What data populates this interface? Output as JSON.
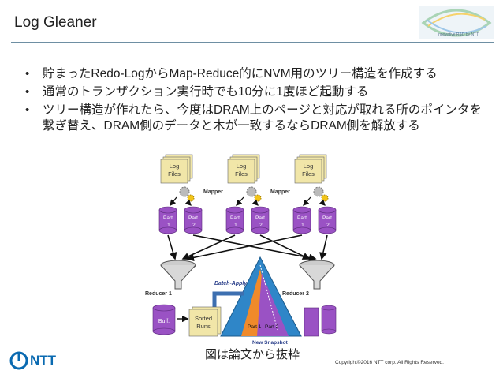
{
  "slide": {
    "title": "Log Gleaner",
    "bullets": [
      "貯まったRedo-LogからMap-Reduce的にNVM用のツリー構造を作成する",
      "通常のトランザクション実行時でも10分に1度ほど起動する",
      "ツリー構造が作れたら、今度はDRAM上のページと対応が取れる所のポインタを繋ぎ替え、DRAM側のデータと木が一致するならDRAM側を解放する"
    ],
    "caption": "図は論文から抜粋",
    "copyright": "Copyright©2016  NTT corp. All Rights Reserved.",
    "brand": {
      "logo_text": "NTT",
      "innovation_caption": "Innovative R&D by NTT"
    }
  },
  "diagram": {
    "log_files_label": [
      "Log",
      "Files"
    ],
    "mapper_label": "Mapper",
    "part_labels": [
      [
        "Part",
        ".1"
      ],
      [
        "Part",
        ".2"
      ],
      [
        "Part",
        ".1"
      ],
      [
        "Part",
        ".2"
      ],
      [
        "Part",
        ".1"
      ],
      [
        "Part",
        ".2"
      ]
    ],
    "batch_apply_label": "Batch-Apply",
    "reducer1_label": "Reducer 1",
    "reducer2_label": "Reducer 2",
    "buff_label": "Buff.",
    "sorted_runs_label": [
      "Sorted",
      "Runs"
    ],
    "part1_label": "Part 1",
    "part2_label": "Part 2",
    "new_snapshot_label": "New Snapshot"
  },
  "colors": {
    "accent_rule": "#6e8fa3",
    "cylinder": "#9a52c4",
    "log_file": "#f1e6a8",
    "triangle_blue": "#2f86c8",
    "triangle_orange": "#f08a2a",
    "triangle_purple": "#9a52c4",
    "ntt_blue": "#0a6ab1"
  }
}
